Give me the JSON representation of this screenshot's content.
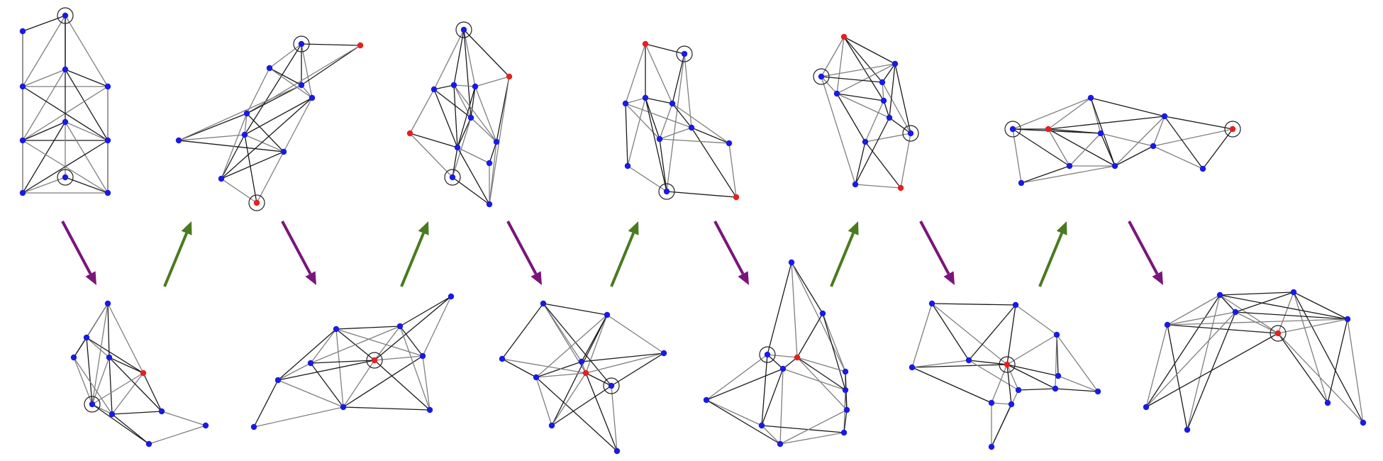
{
  "colors": {
    "node_blue": "#1a1ae6",
    "node_red": "#e62020",
    "edge_dark": "#1a1a1a",
    "edge_gray": "#7f7f7f",
    "arrow_down": "#7a157a",
    "arrow_up": "#4a7a1f"
  },
  "graphs": [
    "graph-top-1",
    "graph-top-2",
    "graph-top-3",
    "graph-top-4",
    "graph-top-5",
    "graph-top-6",
    "graph-bottom-1",
    "graph-bottom-2",
    "graph-bottom-3",
    "graph-bottom-4",
    "graph-bottom-5",
    "graph-bottom-6"
  ]
}
